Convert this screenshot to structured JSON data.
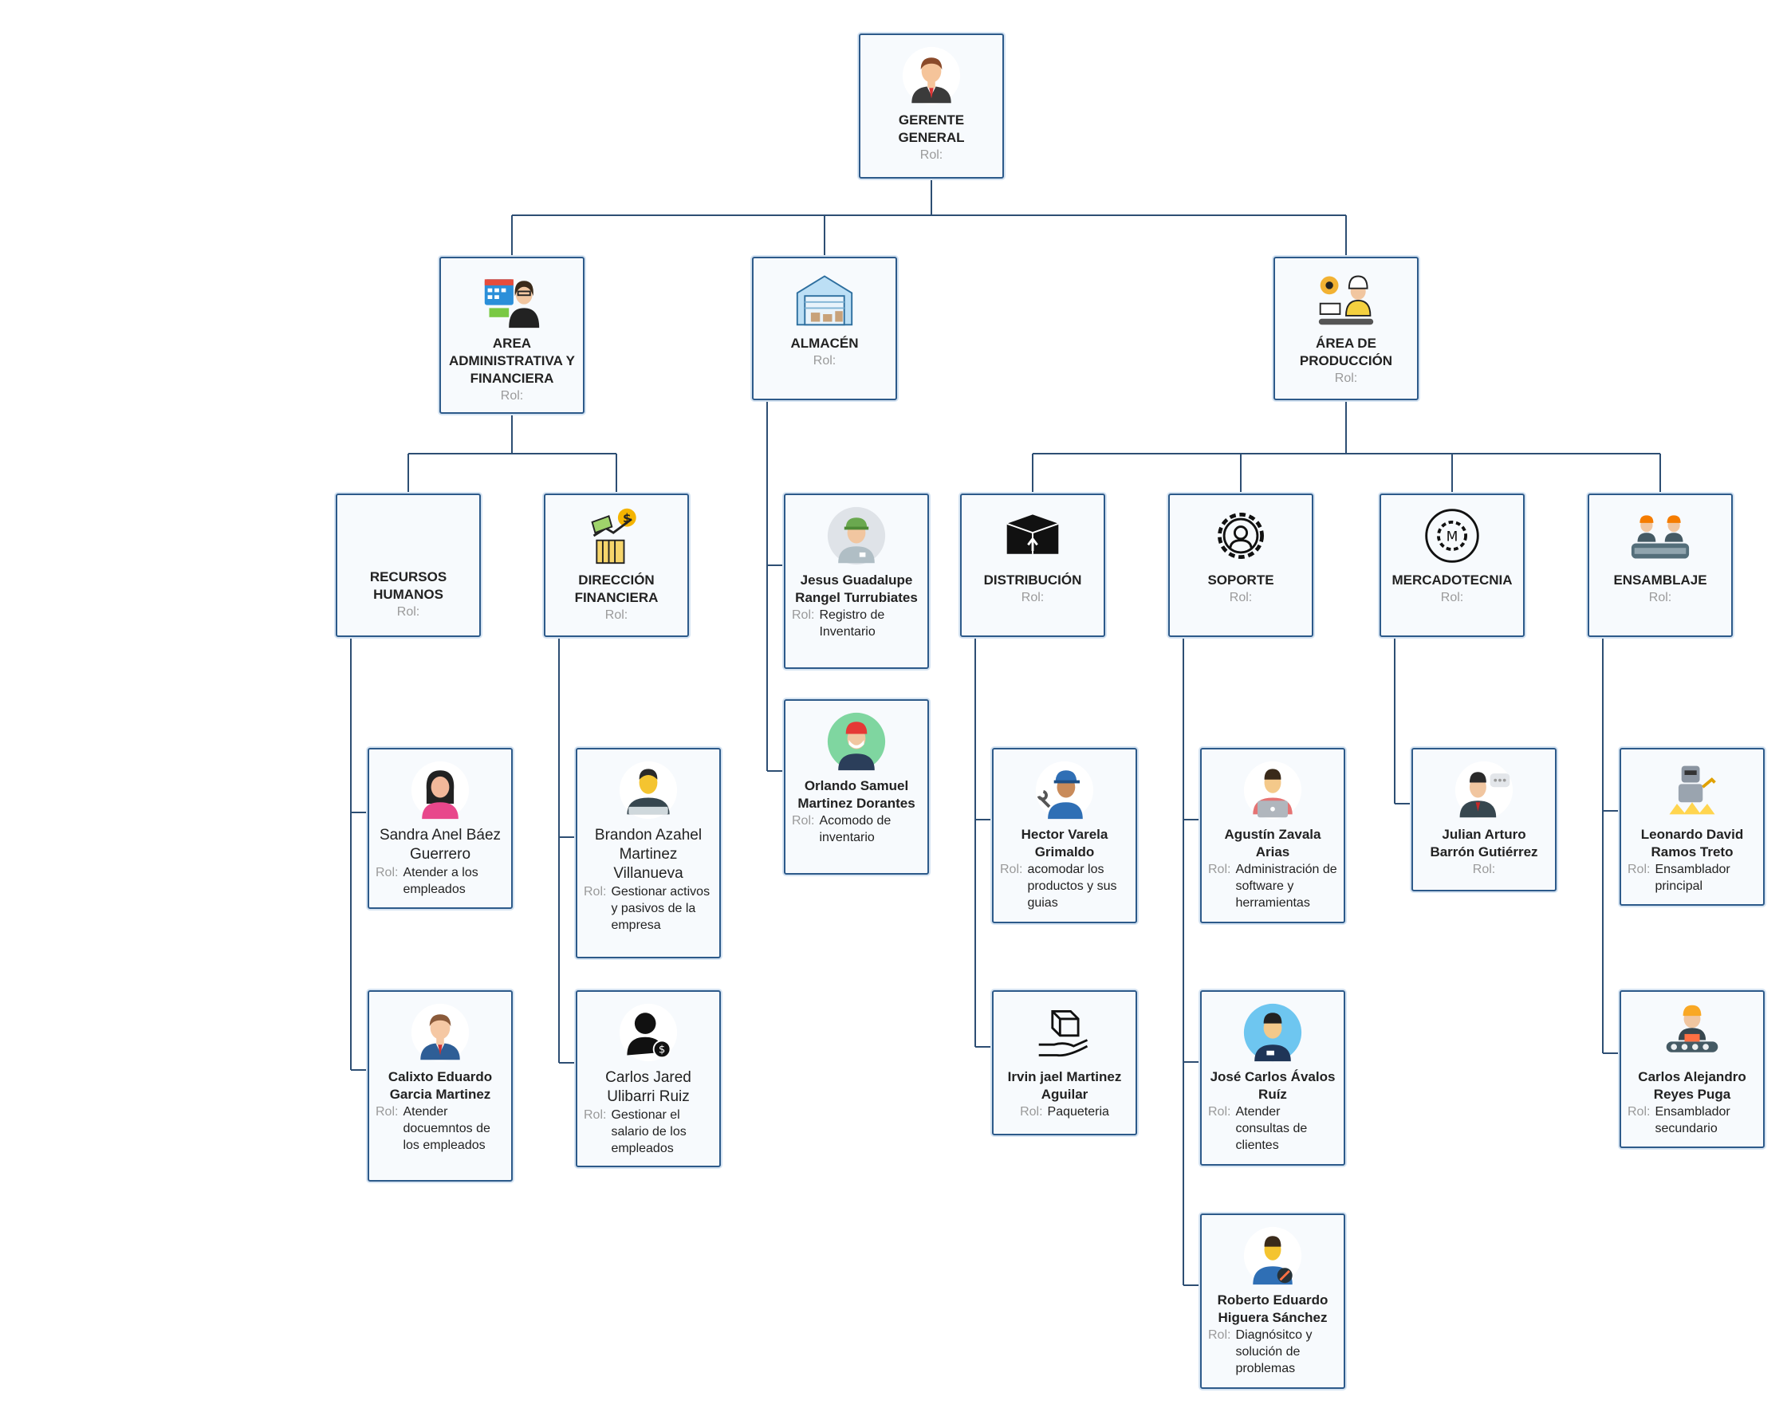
{
  "org": {
    "rol_label": "Rol:",
    "root": {
      "title": "GERENTE GENERAL",
      "icon": "manager-icon"
    },
    "areas": [
      {
        "key": "admin",
        "title": "AREA ADMINISTRATIVA Y FINANCIERA",
        "icon": "admin-finance-icon"
      },
      {
        "key": "almacen",
        "title": "ALMACÉN",
        "icon": "warehouse-icon"
      },
      {
        "key": "produccion",
        "title": "ÁREA DE PRODUCCIÓN",
        "icon": "production-icon"
      }
    ],
    "departments": [
      {
        "title": "RECURSOS HUMANOS",
        "icon": "",
        "parent": "AREA ADMINISTRATIVA Y FINANCIERA"
      },
      {
        "title": "DIRECCIÓN FINANCIERA",
        "icon": "money-growth-icon",
        "parent": "AREA ADMINISTRATIVA Y FINANCIERA"
      },
      {
        "title": "DISTRIBUCIÓN",
        "icon": "box-icon",
        "parent": "ÁREA DE PRODUCCIÓN"
      },
      {
        "title": "SOPORTE",
        "icon": "support-gear-icon",
        "parent": "ÁREA DE PRODUCCIÓN"
      },
      {
        "title": "MERCADOTECNIA",
        "icon": "marketing-gear-icon",
        "parent": "ÁREA DE PRODUCCIÓN"
      },
      {
        "title": "ENSAMBLAJE",
        "icon": "assembly-workers-icon",
        "parent": "ÁREA DE PRODUCCIÓN"
      }
    ],
    "people": [
      {
        "name": "Sandra Anel Báez Guerrero",
        "role": "Atender a los empleados",
        "icon": "woman-avatar-icon",
        "parent": "RECURSOS HUMANOS"
      },
      {
        "name": "Calixto Eduardo Garcia Martinez",
        "role": "Atender docuemntos de los empleados",
        "icon": "man-avatar-icon",
        "parent": "RECURSOS HUMANOS"
      },
      {
        "name": "Brandon Azahel Martinez Villanueva",
        "role": "Gestionar activos y pasivos de la empresa",
        "icon": "businessman-laptop-icon",
        "parent": "DIRECCIÓN FINANCIERA"
      },
      {
        "name": "Carlos Jared Ulibarri Ruiz",
        "role": "Gestionar el salario de los empleados",
        "icon": "user-dollar-icon",
        "parent": "DIRECCIÓN FINANCIERA"
      },
      {
        "name": "Jesus Guadalupe Rangel Turrubiates",
        "role": "Registro de Inventario",
        "icon": "worker-cap-icon",
        "parent": "ALMACÉN"
      },
      {
        "name": "Orlando Samuel Martinez Dorantes",
        "role": "Acomodo de inventario",
        "icon": "worker-mask-icon",
        "parent": "ALMACÉN"
      },
      {
        "name": "Hector Varela Grimaldo",
        "role": "acomodar los productos y sus guias",
        "icon": "mechanic-icon",
        "parent": "DISTRIBUCIÓN"
      },
      {
        "name": "Irvin jael Martinez Aguilar",
        "role": "Paqueteria",
        "icon": "package-hand-icon",
        "parent": "DISTRIBUCIÓN"
      },
      {
        "name": "Agustín Zavala Arias",
        "role": "Administración de software y herramientas",
        "icon": "man-laptop-icon",
        "parent": "SOPORTE"
      },
      {
        "name": "José Carlos Ávalos Ruíz",
        "role": "Atender consultas de clientes",
        "icon": "support-agent-icon",
        "parent": "SOPORTE"
      },
      {
        "name": "Roberto Eduardo Higuera Sánchez",
        "role": "Diagnósitco y solución de problemas",
        "icon": "technician-icon",
        "parent": "SOPORTE"
      },
      {
        "name": "Julian Arturo Barrón Gutiérrez",
        "role": "",
        "icon": "man-chat-icon",
        "parent": "MERCADOTECNIA"
      },
      {
        "name": "Leonardo David Ramos Treto",
        "role": "Ensamblador principal",
        "icon": "robot-arm-icon",
        "parent": "ENSAMBLAJE"
      },
      {
        "name": "Carlos Alejandro Reyes Puga",
        "role": "Ensamblador secundario",
        "icon": "assembly-line-worker-icon",
        "parent": "ENSAMBLAJE"
      }
    ]
  },
  "colors": {
    "box_border": "#2d5a8a",
    "box_fill": "#f7fafd",
    "connector": "#2d4e73",
    "rol_label": "#9a9a9a"
  }
}
